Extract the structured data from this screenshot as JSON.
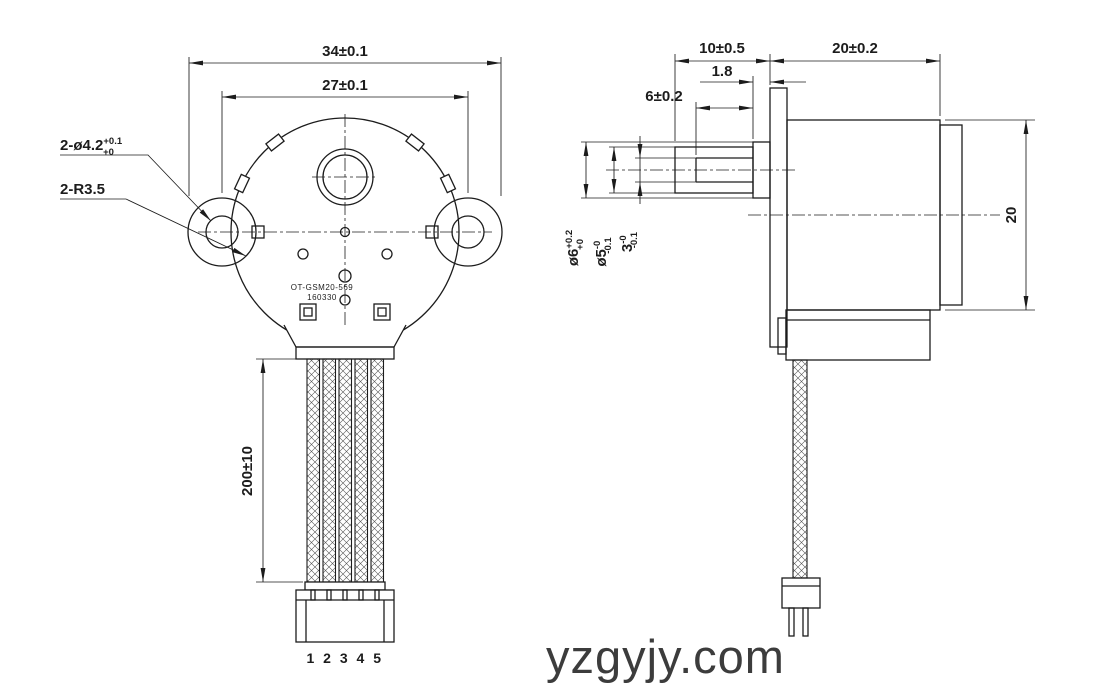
{
  "colors": {
    "line": "#1c1c1c",
    "watermark": "#3c3c3c",
    "background": "#ffffff"
  },
  "watermark": {
    "text": "yzgyjy.com"
  },
  "front_view": {
    "dim_overall_width": "34±0.1",
    "dim_hole_pitch": "27±0.1",
    "label_mount_holes": {
      "main": "2-ø4.2",
      "tol_upper": "+0.1",
      "tol_lower": "+0"
    },
    "label_ear_radius": "2-R3.5",
    "marking_line1": "OT-GSM20-569",
    "marking_line2": "160330",
    "dim_lead_length": "200±10",
    "pin_numbers": "1 2 3 4 5"
  },
  "side_view": {
    "dim_shaft_length": "10±0.5",
    "dim_body_length": "20±0.2",
    "dim_boss_thickness": "1.8",
    "dim_flat_length": "6±0.2",
    "dim_boss_dia": {
      "main": "ø6",
      "tol_upper": "+0.2",
      "tol_lower": "+0"
    },
    "dim_shaft_dia": {
      "main": "ø5",
      "tol_upper": "-0",
      "tol_lower": "-0.1"
    },
    "dim_across_flats": {
      "main": "3",
      "tol_upper": "-0",
      "tol_lower": "-0.1"
    },
    "dim_body_dia": "20"
  }
}
